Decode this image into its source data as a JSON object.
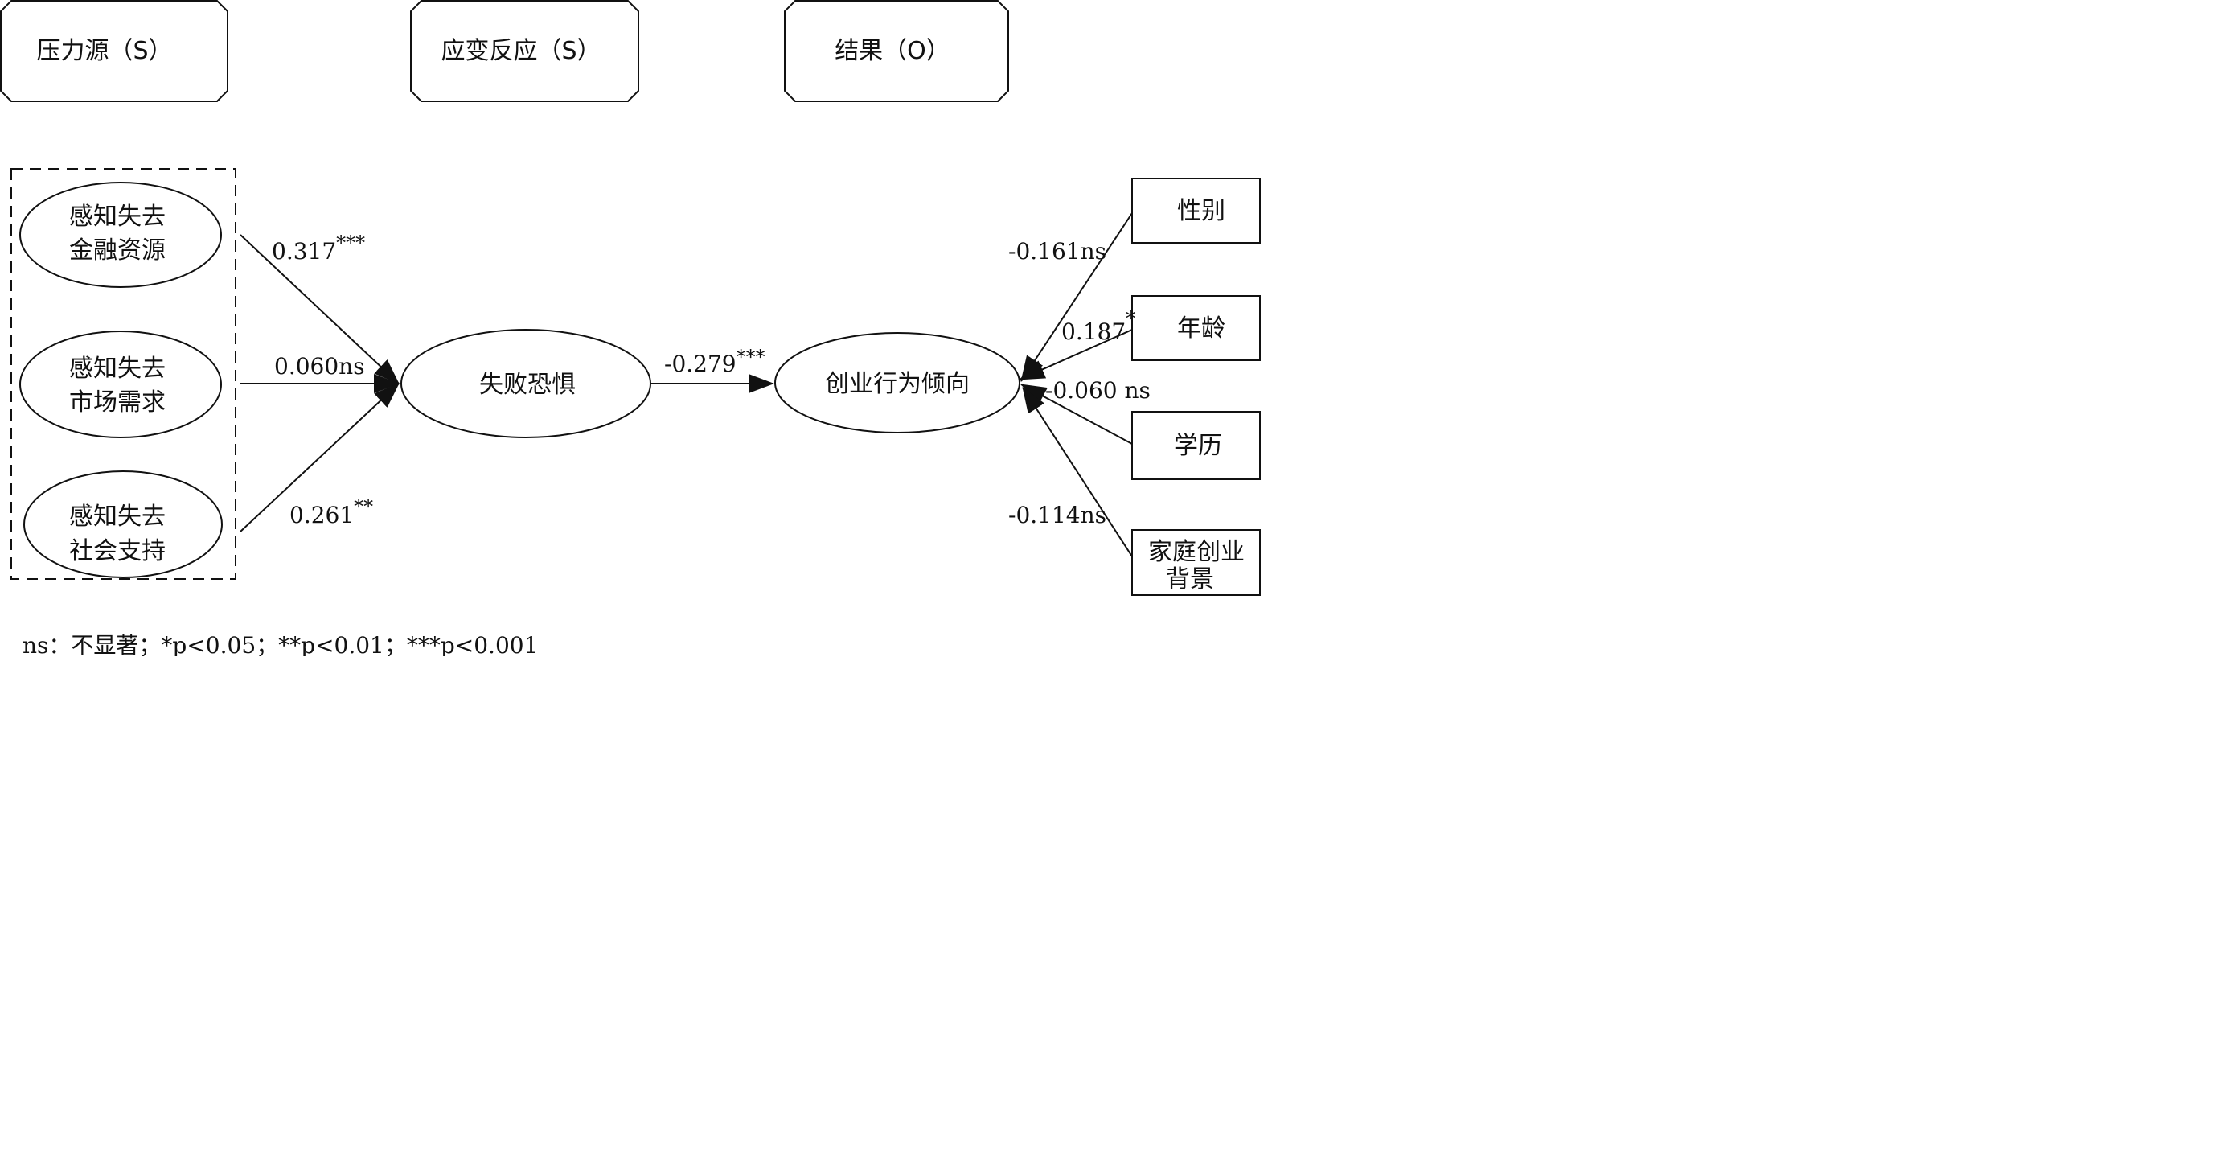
{
  "stages": [
    {
      "label": "压力源（S）"
    },
    {
      "label": "应变反应（S）"
    },
    {
      "label": "结果（O）"
    }
  ],
  "stressors": [
    {
      "line1": "感知失去",
      "line2": "金融资源"
    },
    {
      "line1": "感知失去",
      "line2": "市场需求"
    },
    {
      "line1": "感知失去",
      "line2": "社会支持"
    }
  ],
  "mediator": {
    "label": "失败恐惧"
  },
  "outcome": {
    "label": "创业行为倾向"
  },
  "controls": [
    {
      "label": "性别"
    },
    {
      "label": "年龄"
    },
    {
      "label": "学历"
    },
    {
      "line1": "家庭创业",
      "line2": "背景"
    }
  ],
  "coefficients": {
    "finance": {
      "value": "0.317",
      "sig": "***"
    },
    "market": {
      "value": "0.060ns"
    },
    "social": {
      "value": "0.261",
      "sig": "**"
    },
    "fear_to_behavior": {
      "value": "-0.279",
      "sig": "***"
    },
    "gender": {
      "value": "-0.161ns"
    },
    "age": {
      "value": "0.187",
      "sig": "*"
    },
    "education": {
      "value": "-0.060 ns"
    },
    "family": {
      "value": "-0.114ns"
    }
  },
  "legend": "ns：不显著；*p<0.05；**p<0.01；***p<0.001"
}
